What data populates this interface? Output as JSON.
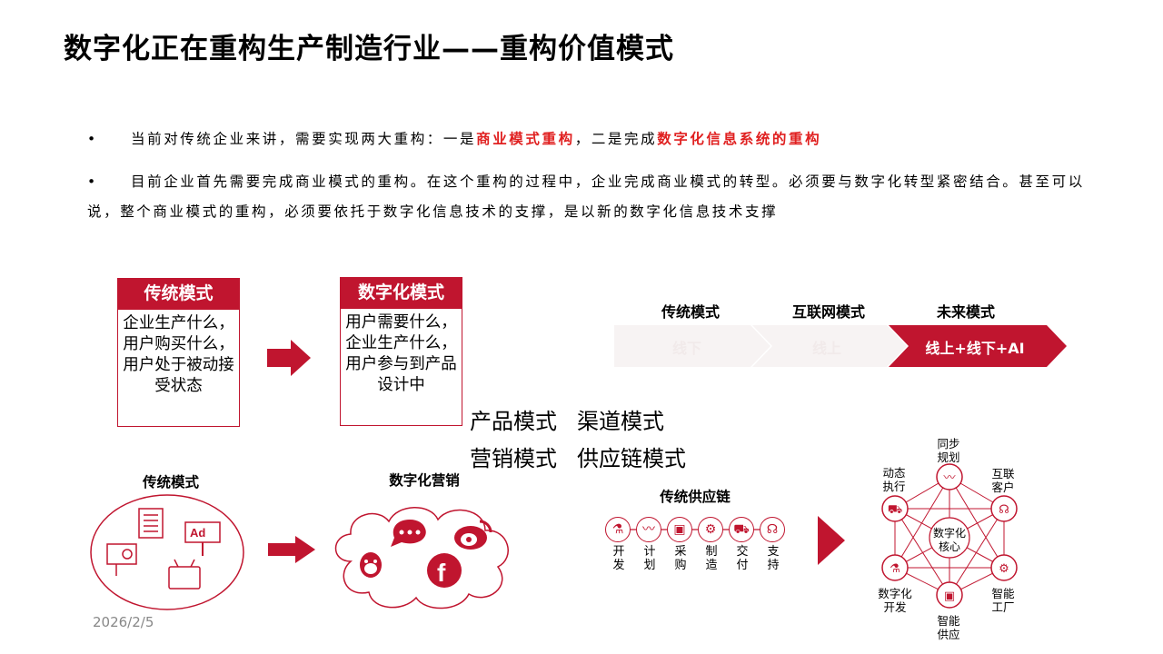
{
  "title": "数字化正在重构生产制造行业——重构价值模式",
  "bullets": {
    "b1_pre": "当前对传统企业来讲，需要实现两大重构：一是",
    "b1_red1": "商业模式重构",
    "b1_mid": "，二是完成",
    "b1_red2": "数字化信息系统的重构",
    "b2": "目前企业首先需要完成商业模式的重构。在这个重构的过程中，企业完成商业模式的转型。必须要与数字化转型紧密结合。甚至可以说，整个商业模式的重构，必须要依托于数字化信息技术的支撑，是以新的数字化信息技术支撑"
  },
  "cards": {
    "traditional": {
      "header": "传统模式",
      "body": "企业生产什么，用户购买什么，用户处于被动接受状态"
    },
    "digital": {
      "header": "数字化模式",
      "body": "用户需要什么，企业生产什么，用户参与到产品设计中"
    }
  },
  "modes": {
    "labels": [
      "传统模式",
      "互联网模式",
      "未来模式"
    ],
    "arrows": [
      "线下",
      "线上",
      "线上+线下+AI"
    ]
  },
  "model_grid": [
    "产品模式",
    "渠道模式",
    "营销模式",
    "供应链模式"
  ],
  "sections": {
    "traditional": "传统模式",
    "digital_marketing": "数字化营销",
    "supply_chain": "传统供应链"
  },
  "chain_steps": [
    {
      "label": "开发",
      "icon": "flask-icon"
    },
    {
      "label": "计划",
      "icon": "trend-icon"
    },
    {
      "label": "采购",
      "icon": "box-icon"
    },
    {
      "label": "制造",
      "icon": "gears-icon"
    },
    {
      "label": "交付",
      "icon": "truck-icon"
    },
    {
      "label": "支持",
      "icon": "headset-icon"
    }
  ],
  "network": {
    "center": "数字化核心",
    "nodes": [
      "同步规划",
      "互联客户",
      "智能工厂",
      "智能供应",
      "数字化开发",
      "动态执行"
    ]
  },
  "colors": {
    "brand_red": "#c0152f",
    "highlight_red": "#e02020"
  },
  "date": "2026/2/5"
}
